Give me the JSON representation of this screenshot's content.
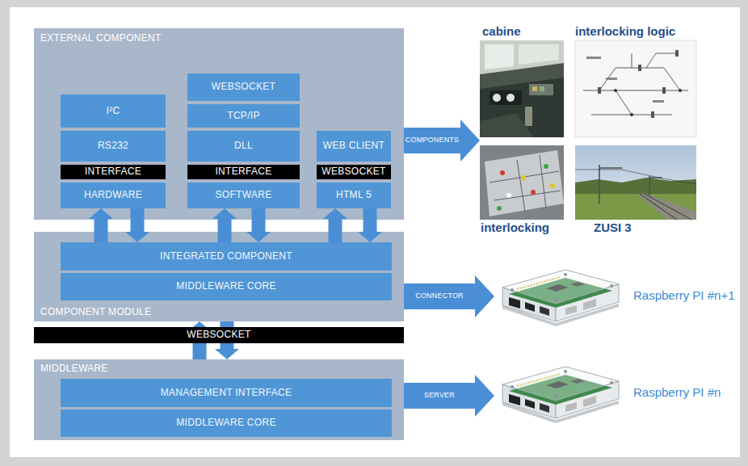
{
  "diagram": {
    "nodes": [
      {
        "text": [
          "EXTERNAL COMPONENT"
        ]
      },
      {
        "text": [
          "I²C"
        ],
        "in": 0
      },
      {
        "text": [
          "RS232"
        ],
        "in": 0
      },
      {
        "text": [
          "INTERFACE"
        ],
        "in": 0
      },
      {
        "text": [
          "HARDWARE"
        ],
        "in": 0
      },
      {
        "text": [
          "WEBSOCKET"
        ],
        "in": 0
      },
      {
        "text": [
          "TCP/IP"
        ],
        "in": 0
      },
      {
        "text": [
          "DLL"
        ],
        "in": 0
      },
      {
        "text": [
          "INTERFACE"
        ],
        "in": 0
      },
      {
        "text": [
          "SOFTWARE"
        ],
        "in": 0
      },
      {
        "text": [
          "WEB CLIENT"
        ],
        "in": 0
      },
      {
        "text": [
          "WEBSOCKET"
        ],
        "in": 0
      },
      {
        "text": [
          "HTML 5"
        ],
        "in": 0
      },
      {
        "text": [
          "cabine"
        ]
      },
      {
        "text": [
          "interlocking logic"
        ]
      },
      {
        "text": [
          "interlocking"
        ]
      },
      {
        "text": [
          "ZUSI 3"
        ]
      },
      {
        "text": [
          "COMPONENT MODULE"
        ]
      },
      {
        "text": [
          "INTEGRATED COMPONENT"
        ],
        "in": 17
      },
      {
        "text": [
          "MIDDLEWARE CORE"
        ],
        "in": 17
      },
      {
        "text": [
          "Raspberry PI #n+1"
        ]
      },
      {
        "text": [
          "WEBSOCKET"
        ]
      },
      {
        "text": [
          "MIDDLEWARE"
        ]
      },
      {
        "text": [
          "MANAGEMENT INTERFACE"
        ],
        "in": 22
      },
      {
        "text": [
          "MIDDLEWARE CORE"
        ],
        "in": 22
      },
      {
        "text": [
          "Raspberry PI #n"
        ]
      }
    ],
    "edges": [
      {
        "from": 18,
        "to": 4,
        "arrow": "to"
      },
      {
        "from": 4,
        "to": 18,
        "arrow": "to"
      },
      {
        "from": 18,
        "to": 9,
        "arrow": "to"
      },
      {
        "from": 9,
        "to": 18,
        "arrow": "to"
      },
      {
        "from": 18,
        "to": 12,
        "arrow": "to"
      },
      {
        "from": 12,
        "to": 18,
        "arrow": "to"
      },
      {
        "from": 0,
        "to": 13,
        "label": "COMPONENTS",
        "arrow": "to"
      },
      {
        "from": 17,
        "to": 20,
        "label": "CONNECTOR",
        "arrow": "to"
      },
      {
        "from": 22,
        "to": 17,
        "arrow": "to"
      },
      {
        "from": 17,
        "to": 22,
        "arrow": "to"
      },
      {
        "from": 22,
        "to": 25,
        "label": "SERVER",
        "arrow": "to"
      }
    ]
  }
}
